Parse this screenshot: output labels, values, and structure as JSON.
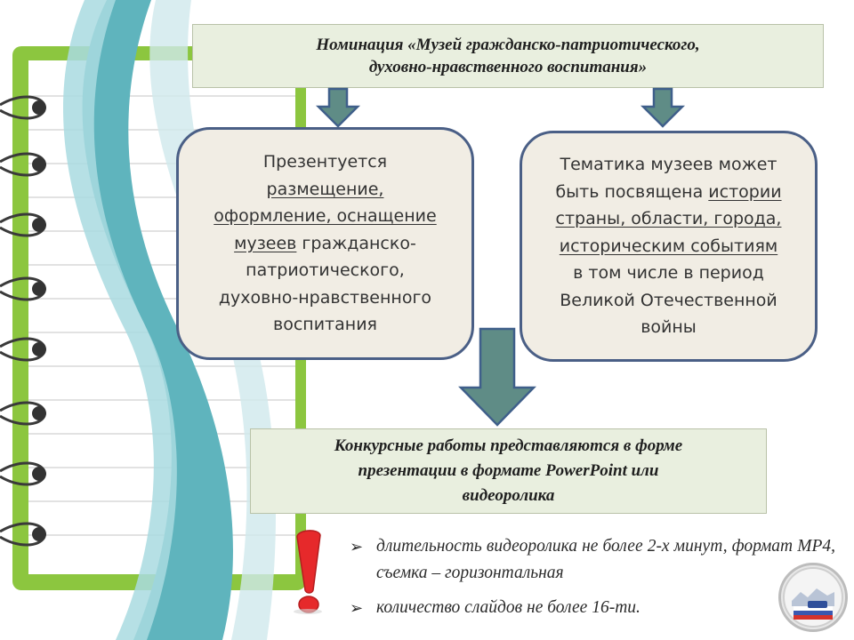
{
  "title": {
    "line1": "Номинация «Музей гражданско-патриотического,",
    "line2": "духовно-нравственного воспитания»"
  },
  "left_box": {
    "line1": "Презентуется",
    "line2_underlined": "размещение,",
    "line3_underlined": "оформление, оснащение",
    "line4_underlined": "музеев",
    "line4_rest": " гражданско-",
    "line5": "патриотического,",
    "line6": "духовно-нравственного",
    "line7": "воспитания"
  },
  "right_box": {
    "line1": "Тематика музеев может",
    "line2_plain": "быть посвящена ",
    "line2_underlined": "истории",
    "line3_underlined": "страны, области, города,",
    "line4_underlined": "историческим событиям",
    "line5": "в том числе в период",
    "line6": "Великой Отечественной",
    "line7": "войны"
  },
  "bottom_box": {
    "line1": "Конкурсные работы представляются в форме",
    "line2": "презентации в формате PowerPoint или",
    "line3": "видеоролика"
  },
  "bullets": [
    {
      "marker": "➢",
      "text": "длительность видеоролика не более 2-х минут, формат MP4, съемка – горизонтальная"
    },
    {
      "marker": "➢",
      "text": "количество слайдов не более 16-ти."
    }
  ],
  "colors": {
    "box_border": "#4a5f86",
    "box_fill": "#f1ede4",
    "label_fill": "#e9efdf",
    "arrow_fill": "#5f8c86",
    "arrow_stroke": "#3f5f8a",
    "exclamation": "#e6292b",
    "notebook_green": "#8cc63f",
    "ribbon_teal": "#5fb4bd"
  },
  "icons": [
    "spiral-ring-icon",
    "exclamation-icon",
    "logo-icon",
    "bullet-arrow-icon",
    "down-arrow-icon"
  ]
}
